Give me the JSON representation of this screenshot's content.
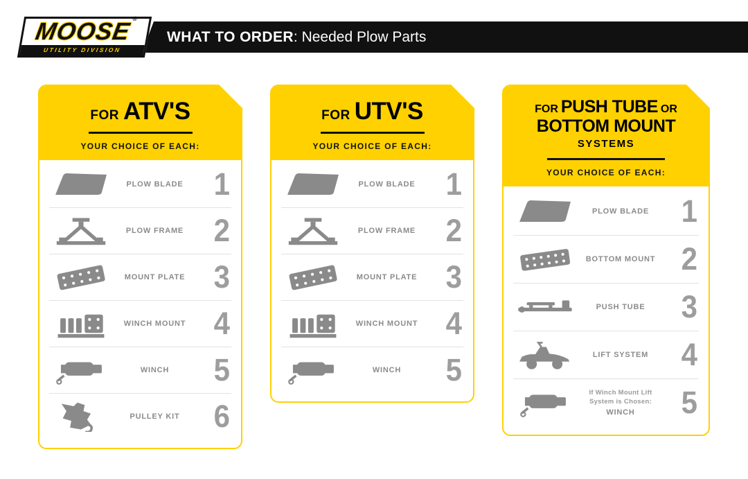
{
  "colors": {
    "yellow": "#FFD100",
    "black": "#111111",
    "icon_gray": "#8a8a8a",
    "number_gray": "#9d9d9d",
    "label_gray": "#8b8b8b"
  },
  "logo": {
    "name": "MOOSE",
    "reg": "®",
    "sub": "UTILITY DIVISION"
  },
  "header": {
    "title_bold": "WHAT TO ORDER",
    "title_rest": ": Needed Plow Parts"
  },
  "cards": [
    {
      "title_small": "FOR",
      "title_big": "ATV'S",
      "subtitle": "YOUR CHOICE OF EACH:",
      "items": [
        {
          "label": "PLOW BLADE",
          "number": "1"
        },
        {
          "label": "PLOW FRAME",
          "number": "2"
        },
        {
          "label": "MOUNT PLATE",
          "number": "3"
        },
        {
          "label": "WINCH MOUNT",
          "number": "4"
        },
        {
          "label": "WINCH",
          "number": "5"
        },
        {
          "label": "PULLEY KIT",
          "number": "6"
        }
      ]
    },
    {
      "title_small": "FOR",
      "title_big": "UTV'S",
      "subtitle": "YOUR CHOICE OF EACH:",
      "items": [
        {
          "label": "PLOW BLADE",
          "number": "1"
        },
        {
          "label": "PLOW FRAME",
          "number": "2"
        },
        {
          "label": "MOUNT PLATE",
          "number": "3"
        },
        {
          "label": "WINCH MOUNT",
          "number": "4"
        },
        {
          "label": "WINCH",
          "number": "5"
        }
      ]
    },
    {
      "title_line1_small": "FOR",
      "title_line1_big": "PUSH TUBE",
      "title_line1_small2": "OR",
      "title_line2_big": "BOTTOM MOUNT",
      "title_line3": "SYSTEMS",
      "subtitle": "YOUR CHOICE OF EACH:",
      "items": [
        {
          "label": "PLOW BLADE",
          "number": "1"
        },
        {
          "label": "BOTTOM MOUNT",
          "number": "2"
        },
        {
          "label": "PUSH TUBE",
          "number": "3"
        },
        {
          "label": "LIFT SYSTEM",
          "number": "4"
        },
        {
          "note_line1": "If Winch Mount Lift",
          "note_line2": "System is Chosen:",
          "label": "WINCH",
          "number": "5"
        }
      ]
    }
  ]
}
